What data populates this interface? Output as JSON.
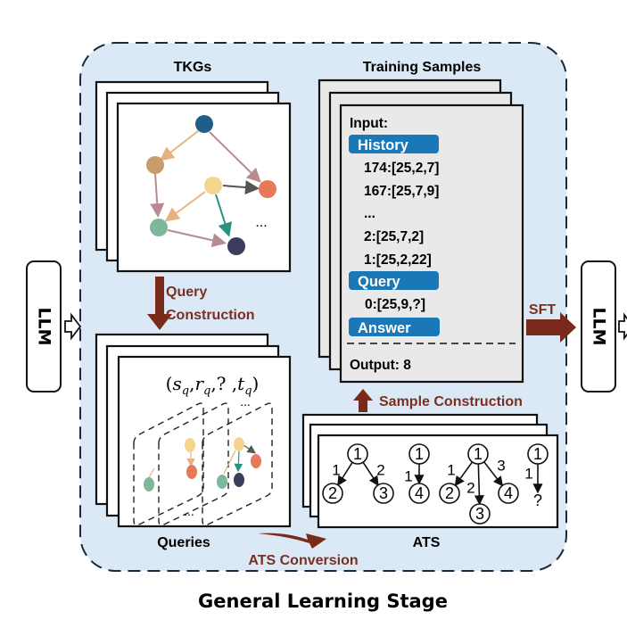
{
  "stage_title": "General Learning Stage",
  "colors": {
    "stage_background": "#dbe8f5",
    "arrow_brown": "#7a2a1a",
    "label_brown": "#7a3020",
    "pill_blue": "#1a78b8",
    "sample_card_gray": "#e9e9e9"
  },
  "llm_input": {
    "label": "LLM"
  },
  "llm_output": {
    "label": "LLM"
  },
  "tkgs": {
    "title": "TKGs",
    "ellipsis": "...",
    "node_colors": [
      "#1d5f86",
      "#c99c6c",
      "#f5d48e",
      "#e8785a",
      "#7db89a",
      "#3a3e5c"
    ]
  },
  "query_construction": {
    "line1": "Query",
    "line2": "Construction"
  },
  "queries": {
    "title": "Queries",
    "formula": {
      "open": "(",
      "s": "s",
      "r": "r",
      "sub": "q",
      "q_mark": "?",
      "t": "t",
      "close": ")"
    },
    "top_ellipsis": "...",
    "bottom_ellipsis": "..."
  },
  "training_samples": {
    "title": "Training Samples",
    "input_label": "Input:",
    "history_label": "History",
    "history_lines": [
      "174:[25,2,7]",
      "167:[25,7,9]",
      "...",
      "2:[25,7,2]",
      "1:[25,2,22]"
    ],
    "query_label": "Query",
    "query_line": "0:[25,9,?]",
    "answer_label": "Answer",
    "output_line": "Output: 8"
  },
  "sft": {
    "label": "SFT"
  },
  "sample_construction": {
    "label": "Sample Construction"
  },
  "ats_conversion": {
    "label": "ATS Conversion"
  },
  "ats": {
    "title": "ATS",
    "trees": [
      {
        "root": "1",
        "children": [
          {
            "node": "2",
            "edge": "1"
          },
          {
            "node": "3",
            "edge": "2"
          }
        ]
      },
      {
        "root": "1",
        "children": [
          {
            "node": "4",
            "edge": "1"
          }
        ]
      },
      {
        "root": "1",
        "children": [
          {
            "node": "2",
            "edge": "1"
          },
          {
            "node": "3",
            "edge": "2"
          },
          {
            "node": "4",
            "edge": "3"
          }
        ]
      },
      {
        "root": "1",
        "children": [
          {
            "node": "?",
            "edge": "1"
          }
        ]
      }
    ]
  }
}
